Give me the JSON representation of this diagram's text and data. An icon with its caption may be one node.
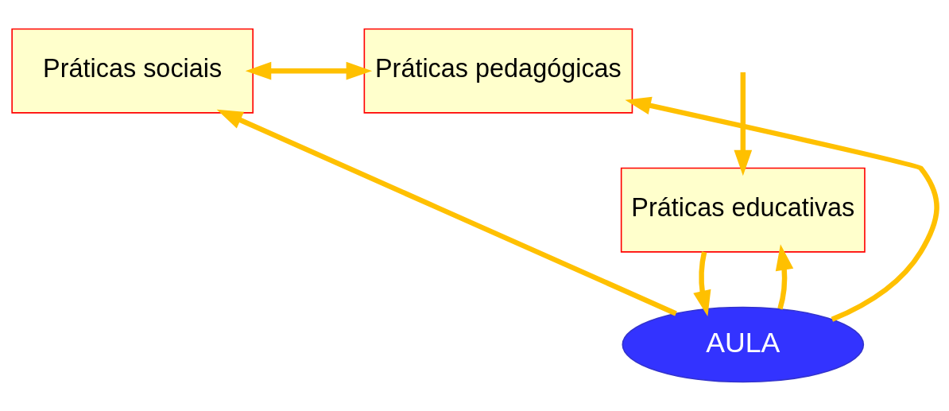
{
  "diagram": {
    "nodes": [
      {
        "text": [
          "Práticas sociais"
        ]
      },
      {
        "text": [
          "Práticas pedagógicas"
        ]
      },
      {
        "text": [
          "Práticas educativas"
        ]
      },
      {
        "text": [
          "AULA"
        ]
      }
    ],
    "edges": [
      {
        "from": 0,
        "to": 1,
        "arrow": "both"
      },
      {
        "from": null,
        "to": 2,
        "arrow": "to"
      },
      {
        "from": 2,
        "to": 3,
        "arrow": "to"
      },
      {
        "from": 3,
        "to": 2,
        "arrow": "to"
      },
      {
        "from": 3,
        "to": 0,
        "arrow": "to"
      },
      {
        "from": 3,
        "to": 1,
        "arrow": "to"
      }
    ]
  }
}
